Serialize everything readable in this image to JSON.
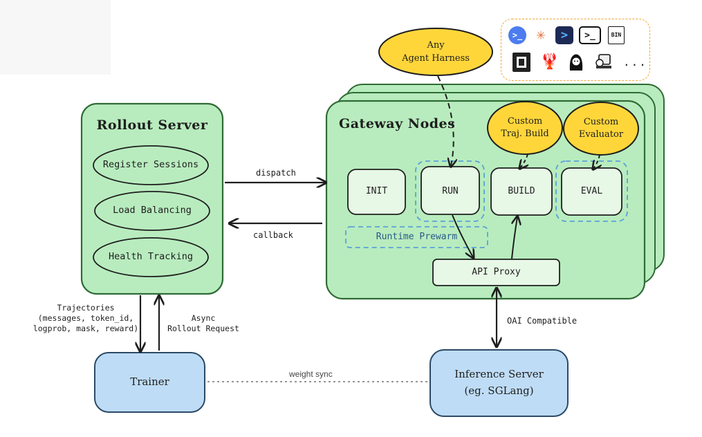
{
  "rollout_server": {
    "title": "Rollout Server",
    "items": [
      "Register Sessions",
      "Load Balancing",
      "Health Tracking"
    ]
  },
  "gateway": {
    "title": "Gateway Nodes",
    "steps": [
      "INIT",
      "RUN",
      "BUILD",
      "EVAL"
    ],
    "prewarm": "Runtime Prewarm",
    "api_proxy": "API Proxy"
  },
  "bubbles": {
    "harness": [
      "Any",
      "Agent Harness"
    ],
    "traj_build": [
      "Custom",
      "Traj. Build"
    ],
    "evaluator": [
      "Custom",
      "Evaluator"
    ]
  },
  "trainer": "Trainer",
  "inference": [
    "Inference Server",
    "(eg. SGLang)"
  ],
  "edges": {
    "dispatch": "dispatch",
    "callback": "callback",
    "trajectories": [
      "Trajectories",
      "(messages, token_id,",
      "logprob, mask, reward)"
    ],
    "async": [
      "Async",
      "Rollout Request"
    ],
    "weight_sync": "weight sync",
    "oai": "OAI Compatible"
  },
  "icons": {
    "row1": [
      "blue-terminal-icon",
      "orange-starburst-icon",
      "blue-chevron-icon",
      "terminal-prompt-icon",
      "bin-file-icon"
    ],
    "row2": [
      "black-frame-icon",
      "red-lobster-icon",
      "girl-avatar-icon",
      "robot-laptop-icon"
    ],
    "ellipsis": "..."
  },
  "colors": {
    "green_fill": "#b8ecbe",
    "green_border": "#2f6b35",
    "blue_fill": "#bfdcf6",
    "yellow_fill": "#ffd63a",
    "dashed_blue": "#5aa0d8",
    "tray_border": "#f0a533"
  }
}
